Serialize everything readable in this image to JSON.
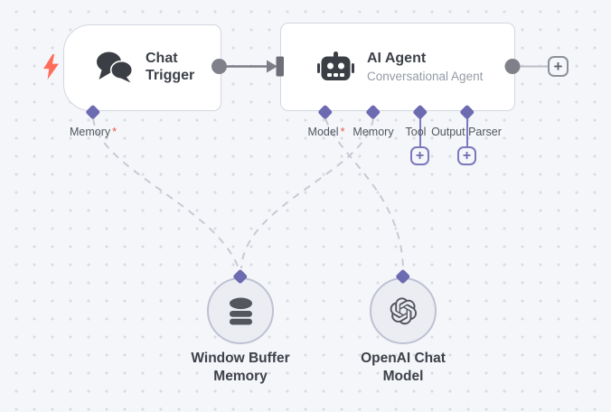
{
  "canvas": {
    "background": "#f5f6f9",
    "dot_color": "#d9dce3"
  },
  "colors": {
    "accent_purple": "#6c6ab1",
    "wire_gray": "#c7cad4",
    "connector_gray": "#7d7d87",
    "trigger_bolt_red": "#ff6d5a",
    "required_red": "#f0564c"
  },
  "chat_trigger_node": {
    "title": "Chat Trigger",
    "port": {
      "label": "Memory",
      "required_mark": "*"
    }
  },
  "ai_agent_node": {
    "title": "AI Agent",
    "subtitle": "Conversational Agent",
    "ports": [
      {
        "label": "Model",
        "required_mark": "*"
      },
      {
        "label": "Memory",
        "required_mark": ""
      },
      {
        "label": "Tool",
        "required_mark": ""
      },
      {
        "label": "Output Parser",
        "required_mark": ""
      }
    ]
  },
  "sub_nodes": [
    {
      "label": "Window Buffer Memory",
      "icon": "database-icon"
    },
    {
      "label": "OpenAI Chat Model",
      "icon": "openai-logo-icon"
    }
  ],
  "add_button_label": "+"
}
